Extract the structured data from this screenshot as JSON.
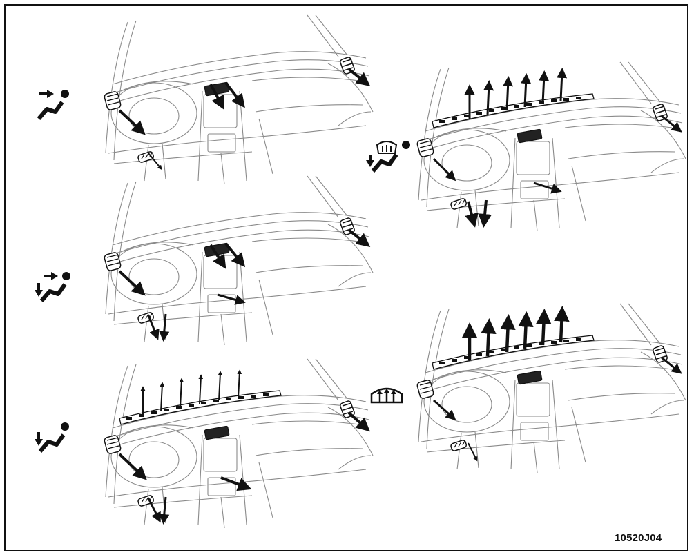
{
  "figure_id": "10520J04",
  "modes": [
    {
      "id": "face",
      "icon": "face-mode-icon"
    },
    {
      "id": "bi-level",
      "icon": "bi-level-mode-icon"
    },
    {
      "id": "foot",
      "icon": "foot-mode-icon"
    },
    {
      "id": "foot-defrost",
      "icon": "foot-defrost-mode-icon"
    },
    {
      "id": "defrost",
      "icon": "defrost-mode-icon"
    }
  ],
  "colors": {
    "line": "#8a8a8a",
    "ink": "#111111",
    "background": "#ffffff"
  }
}
